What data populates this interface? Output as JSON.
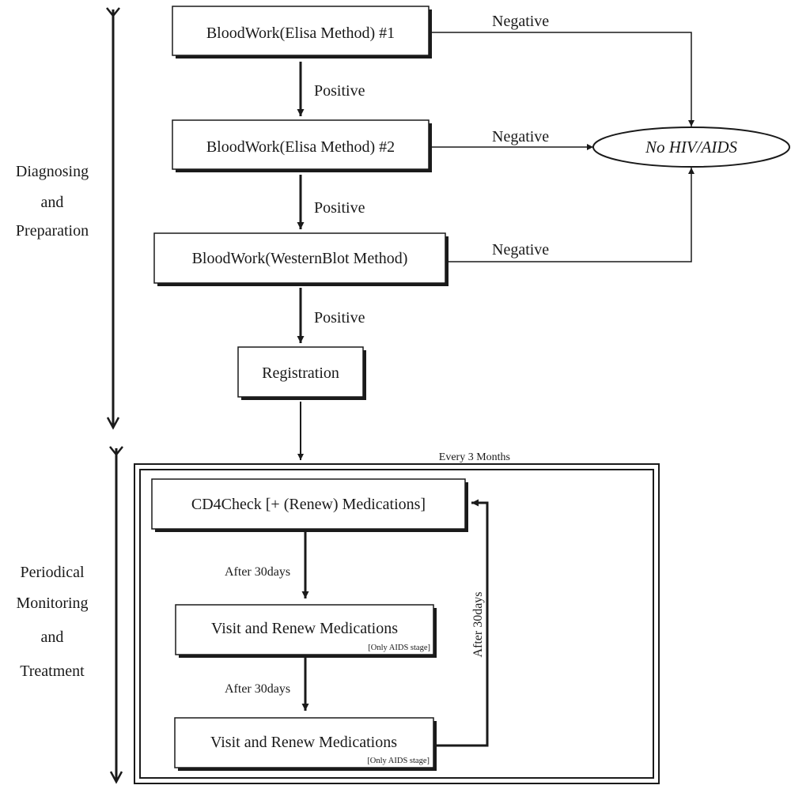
{
  "phases": {
    "diagnosing": [
      "Diagnosing",
      "and",
      "Preparation"
    ],
    "monitoring": [
      "Periodical",
      "Monitoring",
      "and",
      "Treatment"
    ]
  },
  "boxes": {
    "elisa1": "BloodWork(Elisa Method) #1",
    "elisa2": "BloodWork(Elisa Method) #2",
    "western": "BloodWork(WesternBlot Method)",
    "registration": "Registration",
    "cd4": "CD4Check [+ (Renew) Medications]",
    "visit1": "Visit and Renew Medications",
    "visit1_note": "[Only AIDS stage]",
    "visit2": "Visit and Renew Medications",
    "visit2_note": "[Only AIDS stage]"
  },
  "outcome": {
    "no_hiv": "No HIV/AIDS"
  },
  "edge_labels": {
    "positive_1": "Positive",
    "positive_2": "Positive",
    "positive_3": "Positive",
    "negative_1": "Negative",
    "negative_2": "Negative",
    "negative_3": "Negative",
    "after_30days_1": "After 30days",
    "after_30days_2": "After 30days",
    "after_30days_loop": "After 30days"
  },
  "loop_frame": {
    "label": "Every 3 Months"
  },
  "colors": {
    "ink": "#1a1a1a",
    "background": "#ffffff"
  }
}
